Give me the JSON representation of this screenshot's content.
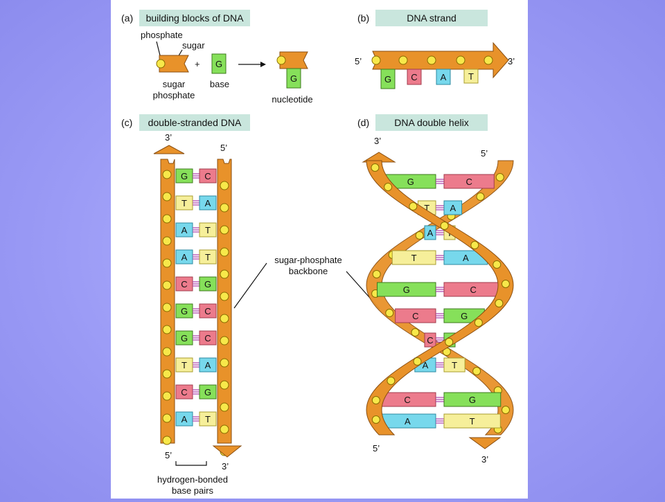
{
  "colors": {
    "backbone": "#e8922a",
    "phosphate": "#f7e84a",
    "G": "#86e05a",
    "C": "#ec7b8c",
    "A": "#77d8ec",
    "T": "#f6ef9a",
    "header_bg": "#c9e6dd",
    "slide_bg": "#9a9af5"
  },
  "panel_a": {
    "tag": "(a)",
    "title": "building blocks of DNA",
    "labels": {
      "phosphate": "phosphate",
      "sugar": "sugar",
      "sugar_phosphate_1": "sugar",
      "sugar_phosphate_2": "phosphate",
      "base": "base",
      "base_letter": "G",
      "plus": "+",
      "nucleotide": "nucleotide",
      "nucleotide_letter": "G"
    }
  },
  "panel_b": {
    "tag": "(b)",
    "title": "DNA strand",
    "end_5": "5’",
    "end_3": "3’",
    "bases": [
      "G",
      "C",
      "A",
      "T"
    ]
  },
  "panel_c": {
    "tag": "(c)",
    "title": "double-stranded DNA",
    "top_left": "3’",
    "top_right": "5’",
    "bottom_left": "5’",
    "bottom_right": "3’",
    "pairs": [
      [
        "G",
        "C"
      ],
      [
        "T",
        "A"
      ],
      [
        "A",
        "T"
      ],
      [
        "A",
        "T"
      ],
      [
        "C",
        "G"
      ],
      [
        "G",
        "C"
      ],
      [
        "G",
        "C"
      ],
      [
        "T",
        "A"
      ],
      [
        "C",
        "G"
      ],
      [
        "A",
        "T"
      ]
    ],
    "bracket_label_1": "hydrogen-bonded",
    "bracket_label_2": "base pairs"
  },
  "center_label": {
    "line1": "sugar-phosphate",
    "line2": "backbone"
  },
  "panel_d": {
    "tag": "(d)",
    "title": "DNA double helix",
    "top_left": "3’",
    "top_right": "5’",
    "bottom_left": "5’",
    "bottom_right": "3’",
    "pairs": [
      [
        "G",
        "C"
      ],
      [
        "T",
        "A"
      ],
      [
        "A",
        "T"
      ],
      [
        "T",
        "A"
      ],
      [
        "G",
        "C"
      ],
      [
        "C",
        "G"
      ],
      [
        "C",
        "G"
      ],
      [
        "A",
        "T"
      ],
      [
        "C",
        "G"
      ],
      [
        "A",
        "T"
      ]
    ]
  }
}
